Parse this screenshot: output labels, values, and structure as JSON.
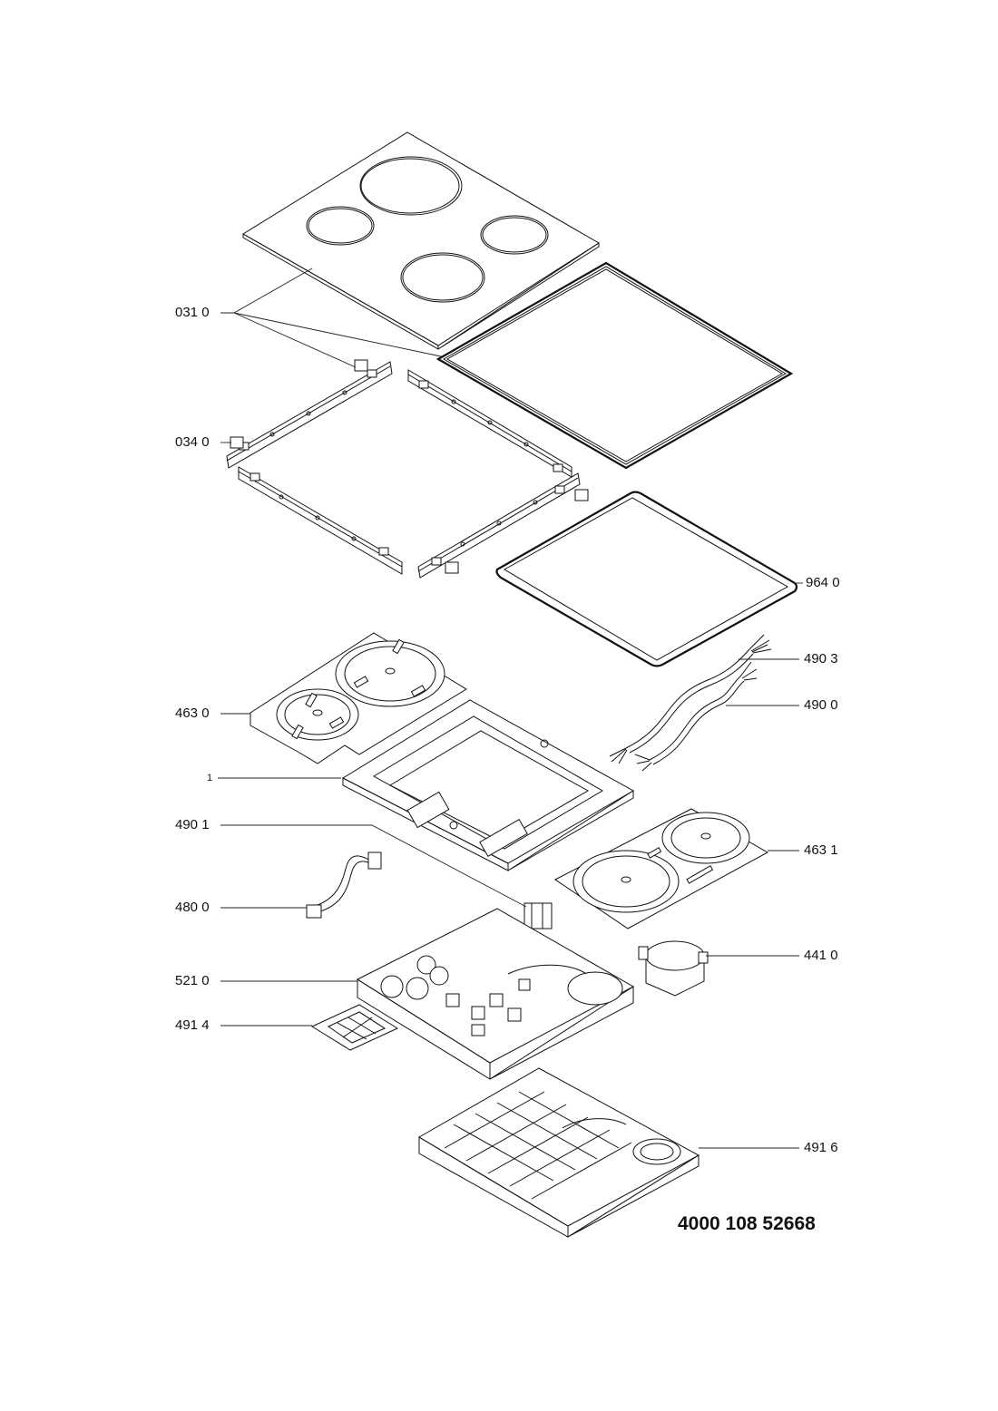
{
  "labels": {
    "l0310": "031 0",
    "l0340": "034 0",
    "l9640": "964 0",
    "l4903": "490 3",
    "l4630": "463 0",
    "l4900": "490 0",
    "l1": "1",
    "l4901": "490 1",
    "l4631": "463 1",
    "l4800": "480 0",
    "l4410": "441 0",
    "l5210": "521 0",
    "l4914": "491 4",
    "l4916": "491 6"
  },
  "document_number": "4000 108 52668"
}
